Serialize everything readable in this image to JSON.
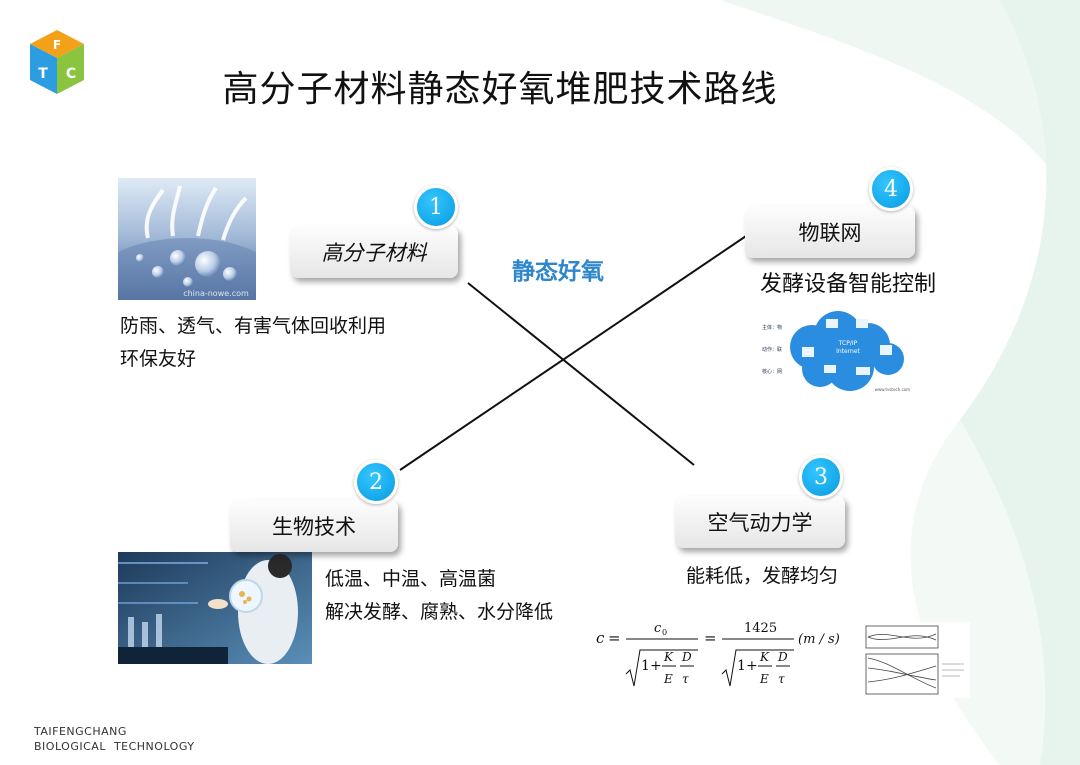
{
  "title": "高分子材料静态好氧堆肥技术路线",
  "center_label": "静态好氧",
  "logo": {
    "letters": [
      "F",
      "T",
      "C"
    ],
    "colors": [
      "#f4a11a",
      "#2b9de0",
      "#8bc53f"
    ]
  },
  "nodes": [
    {
      "number": "1",
      "label": "高分子材料",
      "desc": [
        "防雨、透气、有害气体回收利用",
        "环保友好"
      ]
    },
    {
      "number": "2",
      "label": "生物技术",
      "desc": [
        "低温、中温、高温菌",
        "解决发酵、腐熟、水分降低"
      ]
    },
    {
      "number": "3",
      "label": "空气动力学",
      "desc": [
        "能耗低，发酵均匀"
      ]
    },
    {
      "number": "4",
      "label": "物联网",
      "desc": [
        "发酵设备智能控制"
      ]
    }
  ],
  "iot_image": {
    "center_text": [
      "TCP/IP",
      "Internet"
    ],
    "side_labels": [
      "主体：物",
      "动作：联",
      "核心：网"
    ],
    "watermark": "www.tvstech.com"
  },
  "formula": {
    "lhs": "c",
    "c0": "c",
    "sub0": "0",
    "num2": "1425",
    "one": "1",
    "K": "K",
    "D": "D",
    "E": "E",
    "tau": "τ",
    "unit": "(m / s)"
  },
  "watermark_water": "china-nowe.com",
  "footer": {
    "line1": "TAIFENGCHANG",
    "line2": "BIOLOGICAL  TECHNOLOGY"
  },
  "colors": {
    "badge": "#14a8ea",
    "center_label": "#2e86cc",
    "swoosh": "#e9f5ef"
  }
}
